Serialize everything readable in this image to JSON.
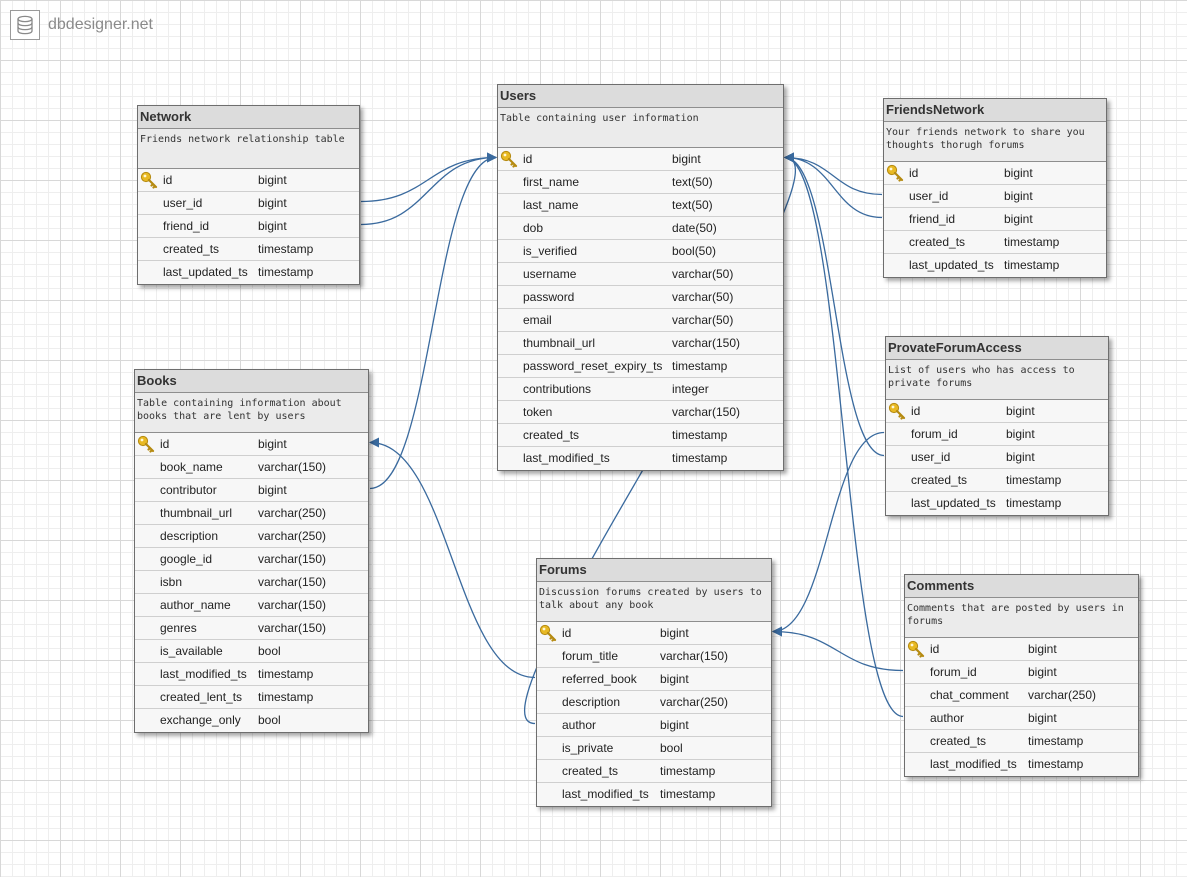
{
  "brand": {
    "name": "dbdesigner.net",
    "icon": "database-icon"
  },
  "colors": {
    "link": "#3a6a9e",
    "header": "#dcdcdc",
    "desc": "#ebebeb",
    "row": "#f7f7f7",
    "key": "#e8b923"
  },
  "tables": [
    {
      "id": "network",
      "name": "Network",
      "description": "Friends network relationship table",
      "fields": [
        {
          "name": "id",
          "type": "bigint",
          "pk": true
        },
        {
          "name": "user_id",
          "type": "bigint"
        },
        {
          "name": "friend_id",
          "type": "bigint"
        },
        {
          "name": "created_ts",
          "type": "timestamp"
        },
        {
          "name": "last_updated_ts",
          "type": "timestamp"
        }
      ]
    },
    {
      "id": "users",
      "name": "Users",
      "description": "Table containing user information",
      "fields": [
        {
          "name": "id",
          "type": "bigint",
          "pk": true
        },
        {
          "name": "first_name",
          "type": "text(50)"
        },
        {
          "name": "last_name",
          "type": "text(50)"
        },
        {
          "name": "dob",
          "type": "date(50)"
        },
        {
          "name": "is_verified",
          "type": "bool(50)"
        },
        {
          "name": "username",
          "type": "varchar(50)"
        },
        {
          "name": "password",
          "type": "varchar(50)"
        },
        {
          "name": "email",
          "type": "varchar(50)"
        },
        {
          "name": "thumbnail_url",
          "type": "varchar(150)"
        },
        {
          "name": "password_reset_expiry_ts",
          "type": "timestamp"
        },
        {
          "name": "contributions",
          "type": "integer"
        },
        {
          "name": "token",
          "type": "varchar(150)"
        },
        {
          "name": "created_ts",
          "type": "timestamp"
        },
        {
          "name": "last_modified_ts",
          "type": "timestamp"
        }
      ]
    },
    {
      "id": "friendsnetwork",
      "name": "FriendsNetwork",
      "description": "Your friends network to share you thoughts thorugh forums",
      "fields": [
        {
          "name": "id",
          "type": "bigint",
          "pk": true
        },
        {
          "name": "user_id",
          "type": "bigint"
        },
        {
          "name": "friend_id",
          "type": "bigint"
        },
        {
          "name": "created_ts",
          "type": "timestamp"
        },
        {
          "name": "last_updated_ts",
          "type": "timestamp"
        }
      ]
    },
    {
      "id": "books",
      "name": "Books",
      "description": "Table containing information about books that are lent by users",
      "fields": [
        {
          "name": "id",
          "type": "bigint",
          "pk": true
        },
        {
          "name": "book_name",
          "type": "varchar(150)"
        },
        {
          "name": "contributor",
          "type": "bigint"
        },
        {
          "name": "thumbnail_url",
          "type": "varchar(250)"
        },
        {
          "name": "description",
          "type": "varchar(250)"
        },
        {
          "name": "google_id",
          "type": "varchar(150)"
        },
        {
          "name": "isbn",
          "type": "varchar(150)"
        },
        {
          "name": "author_name",
          "type": "varchar(150)"
        },
        {
          "name": "genres",
          "type": "varchar(150)"
        },
        {
          "name": "is_available",
          "type": "bool"
        },
        {
          "name": "last_modified_ts",
          "type": "timestamp"
        },
        {
          "name": "created_lent_ts",
          "type": "timestamp"
        },
        {
          "name": "exchange_only",
          "type": "bool"
        }
      ]
    },
    {
      "id": "provateforumaccess",
      "name": "ProvateForumAccess",
      "description": "List of users who has access to private forums",
      "fields": [
        {
          "name": "id",
          "type": "bigint",
          "pk": true
        },
        {
          "name": "forum_id",
          "type": "bigint"
        },
        {
          "name": "user_id",
          "type": "bigint"
        },
        {
          "name": "created_ts",
          "type": "timestamp"
        },
        {
          "name": "last_updated_ts",
          "type": "timestamp"
        }
      ]
    },
    {
      "id": "forums",
      "name": "Forums",
      "description": "Discussion forums created by users to talk about any book",
      "fields": [
        {
          "name": "id",
          "type": "bigint",
          "pk": true
        },
        {
          "name": "forum_title",
          "type": "varchar(150)"
        },
        {
          "name": "referred_book",
          "type": "bigint"
        },
        {
          "name": "description",
          "type": "varchar(250)"
        },
        {
          "name": "author",
          "type": "bigint"
        },
        {
          "name": "is_private",
          "type": "bool"
        },
        {
          "name": "created_ts",
          "type": "timestamp"
        },
        {
          "name": "last_modified_ts",
          "type": "timestamp"
        }
      ]
    },
    {
      "id": "comments",
      "name": "Comments",
      "description": "Comments that are posted by users in forums",
      "fields": [
        {
          "name": "id",
          "type": "bigint",
          "pk": true
        },
        {
          "name": "forum_id",
          "type": "bigint"
        },
        {
          "name": "chat_comment",
          "type": "varchar(250)"
        },
        {
          "name": "author",
          "type": "bigint"
        },
        {
          "name": "created_ts",
          "type": "timestamp"
        },
        {
          "name": "last_modified_ts",
          "type": "timestamp"
        }
      ]
    }
  ],
  "relations": [
    {
      "from": "network.user_id",
      "to": "users.id"
    },
    {
      "from": "network.friend_id",
      "to": "users.id"
    },
    {
      "from": "friendsnetwork.user_id",
      "to": "users.id"
    },
    {
      "from": "friendsnetwork.friend_id",
      "to": "users.id"
    },
    {
      "from": "books.contributor",
      "to": "users.id"
    },
    {
      "from": "provateforumaccess.user_id",
      "to": "users.id"
    },
    {
      "from": "provateforumaccess.forum_id",
      "to": "forums.id"
    },
    {
      "from": "forums.referred_book",
      "to": "books.id"
    },
    {
      "from": "forums.author",
      "to": "users.id"
    },
    {
      "from": "comments.forum_id",
      "to": "forums.id"
    },
    {
      "from": "comments.author",
      "to": "users.id"
    }
  ]
}
